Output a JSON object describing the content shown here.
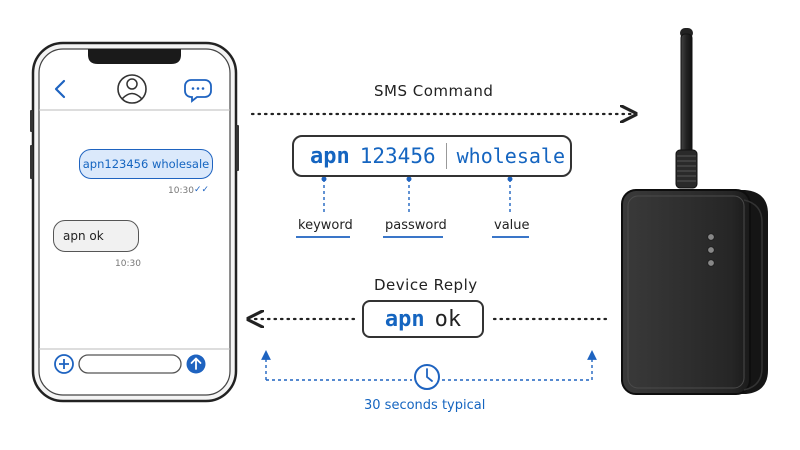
{
  "diagram": {
    "sms_command_title": "SMS Command",
    "command": {
      "keyword": "apn",
      "password": "123456",
      "value": "wholesale"
    },
    "labels": {
      "keyword": "keyword",
      "password": "password",
      "value": "value"
    },
    "device_reply_title": "Device Reply",
    "reply": {
      "keyword": "apn",
      "status": "ok"
    },
    "timing_note": "30 seconds typical"
  },
  "phone": {
    "outgoing_message": "apn123456 wholesale",
    "outgoing_time": "10:30",
    "outgoing_ticks": "✓✓",
    "incoming_message": "apn ok",
    "incoming_time": "10:30",
    "icons": {
      "back": "chevron-left-icon",
      "contact": "user-avatar-icon",
      "chat": "chat-bubble-icon",
      "add": "plus-icon",
      "send": "arrow-up-icon"
    }
  },
  "device": {
    "icons": [
      "antenna-icon",
      "status-led-icon"
    ]
  },
  "colors": {
    "accent": "#1565c0",
    "outline": "#222222",
    "device_body": "#2b2b2b"
  }
}
